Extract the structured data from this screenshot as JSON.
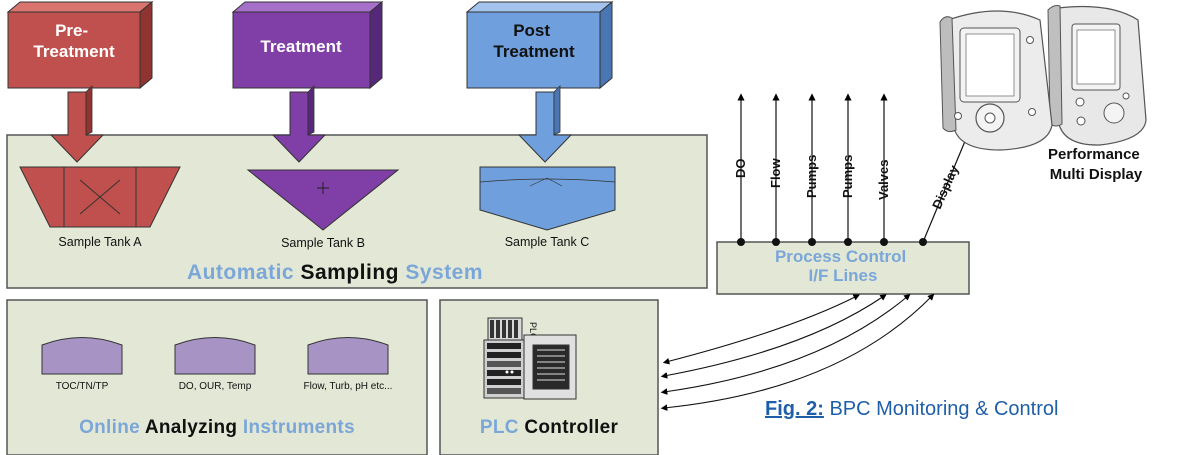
{
  "treatments": {
    "pre": "Pre-\nTreatment",
    "treat": "Treatment",
    "post": "Post\nTreatment"
  },
  "tanks": [
    "Sample Tank A",
    "Sample Tank B",
    "Sample Tank C"
  ],
  "sampling": {
    "w1": "Automatic",
    "w2": "Sampling",
    "w3": "System"
  },
  "instruments": [
    "TOC/TN/TP",
    "DO, OUR, Temp",
    "Flow, Turb, pH etc..."
  ],
  "online": {
    "w1": "Online",
    "w2": "Analyzing",
    "w3": "Instruments"
  },
  "plc": {
    "w1": "PLC",
    "w2": "Controller",
    "tag": "PLC"
  },
  "process_control": {
    "line1": "Process Control",
    "line2": "I/F Lines"
  },
  "signals": [
    "DO",
    "Flow",
    "Pumps",
    "Pumps",
    "Valves",
    "Display"
  ],
  "display": {
    "line1": "Performance",
    "line2": "Multi Display"
  },
  "caption": {
    "label": "Fig. 2:",
    "text": " BPC Monitoring & Control"
  },
  "colors": {
    "pre": "#c0504d",
    "treat": "#7f3fa6",
    "post": "#6f9fdc",
    "panel": "#e3e8d6",
    "accent_text": "#7aa7d8",
    "instrument": "#a794c5",
    "caption": "#1f5fa8"
  }
}
